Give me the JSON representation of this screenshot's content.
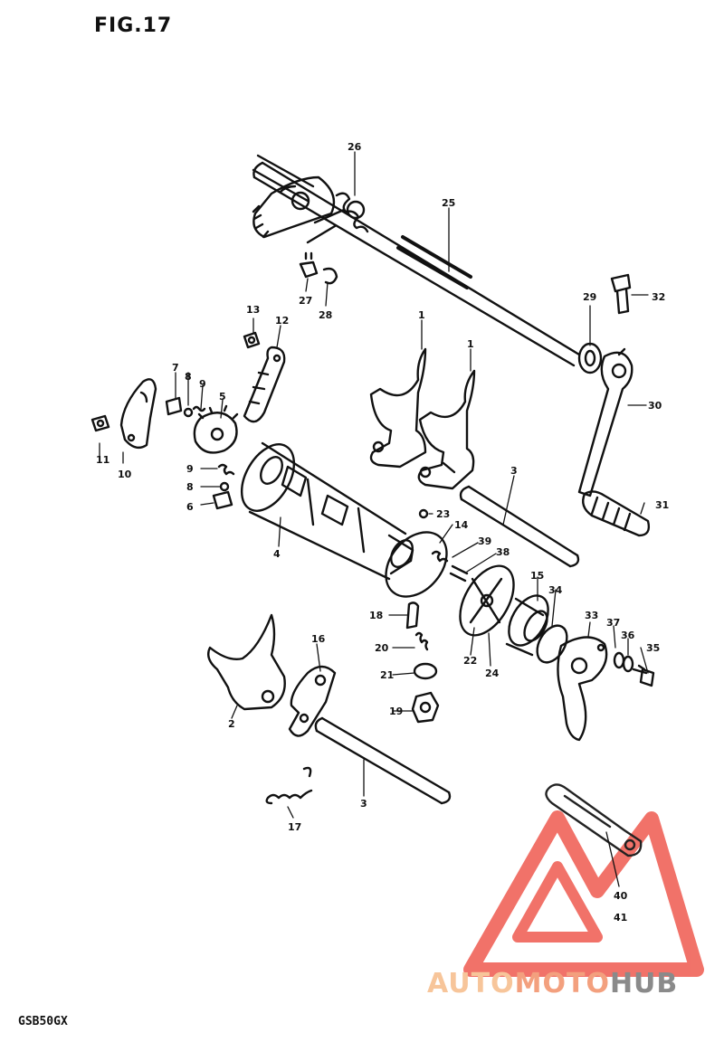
{
  "figure": {
    "title": "FIG.17",
    "model": "GSB50GX"
  },
  "watermark": {
    "part1": "AUTO",
    "part2": "MOTO",
    "part3": "HUB",
    "colors": {
      "logo_red": "#ef5a4f",
      "text_orange": "#f7c59a",
      "text_grey": "#8a8a8a"
    }
  },
  "callouts": [
    {
      "id": "c26",
      "text": "26"
    },
    {
      "id": "c25",
      "text": "25"
    },
    {
      "id": "c27",
      "text": "27"
    },
    {
      "id": "c28",
      "text": "28"
    },
    {
      "id": "c29",
      "text": "29"
    },
    {
      "id": "c32",
      "text": "32"
    },
    {
      "id": "c13",
      "text": "13"
    },
    {
      "id": "c12",
      "text": "12"
    },
    {
      "id": "c1a",
      "text": "1"
    },
    {
      "id": "c1b",
      "text": "1"
    },
    {
      "id": "c30",
      "text": "30"
    },
    {
      "id": "c7",
      "text": "7"
    },
    {
      "id": "c8a",
      "text": "8"
    },
    {
      "id": "c9a",
      "text": "9"
    },
    {
      "id": "c5",
      "text": "5"
    },
    {
      "id": "c11",
      "text": "11"
    },
    {
      "id": "c10",
      "text": "10"
    },
    {
      "id": "c9b",
      "text": "9"
    },
    {
      "id": "c8b",
      "text": "8"
    },
    {
      "id": "c6",
      "text": "6"
    },
    {
      "id": "c3a",
      "text": "3"
    },
    {
      "id": "c31",
      "text": "31"
    },
    {
      "id": "c23",
      "text": "23"
    },
    {
      "id": "c14",
      "text": "14"
    },
    {
      "id": "c4",
      "text": "4"
    },
    {
      "id": "c39a",
      "text": "39"
    },
    {
      "id": "c38",
      "text": "38"
    },
    {
      "id": "c15",
      "text": "15"
    },
    {
      "id": "c34",
      "text": "34"
    },
    {
      "id": "c18",
      "text": "18"
    },
    {
      "id": "c33",
      "text": "33"
    },
    {
      "id": "c37",
      "text": "37"
    },
    {
      "id": "c36",
      "text": "36"
    },
    {
      "id": "c35",
      "text": "35"
    },
    {
      "id": "c20",
      "text": "20"
    },
    {
      "id": "c22",
      "text": "22"
    },
    {
      "id": "c24",
      "text": "24"
    },
    {
      "id": "c16",
      "text": "16"
    },
    {
      "id": "c21",
      "text": "21"
    },
    {
      "id": "c19",
      "text": "19"
    },
    {
      "id": "c2",
      "text": "2"
    },
    {
      "id": "c3b",
      "text": "3"
    },
    {
      "id": "c17",
      "text": "17"
    },
    {
      "id": "c40",
      "text": "40"
    },
    {
      "id": "c41",
      "text": "41"
    }
  ]
}
